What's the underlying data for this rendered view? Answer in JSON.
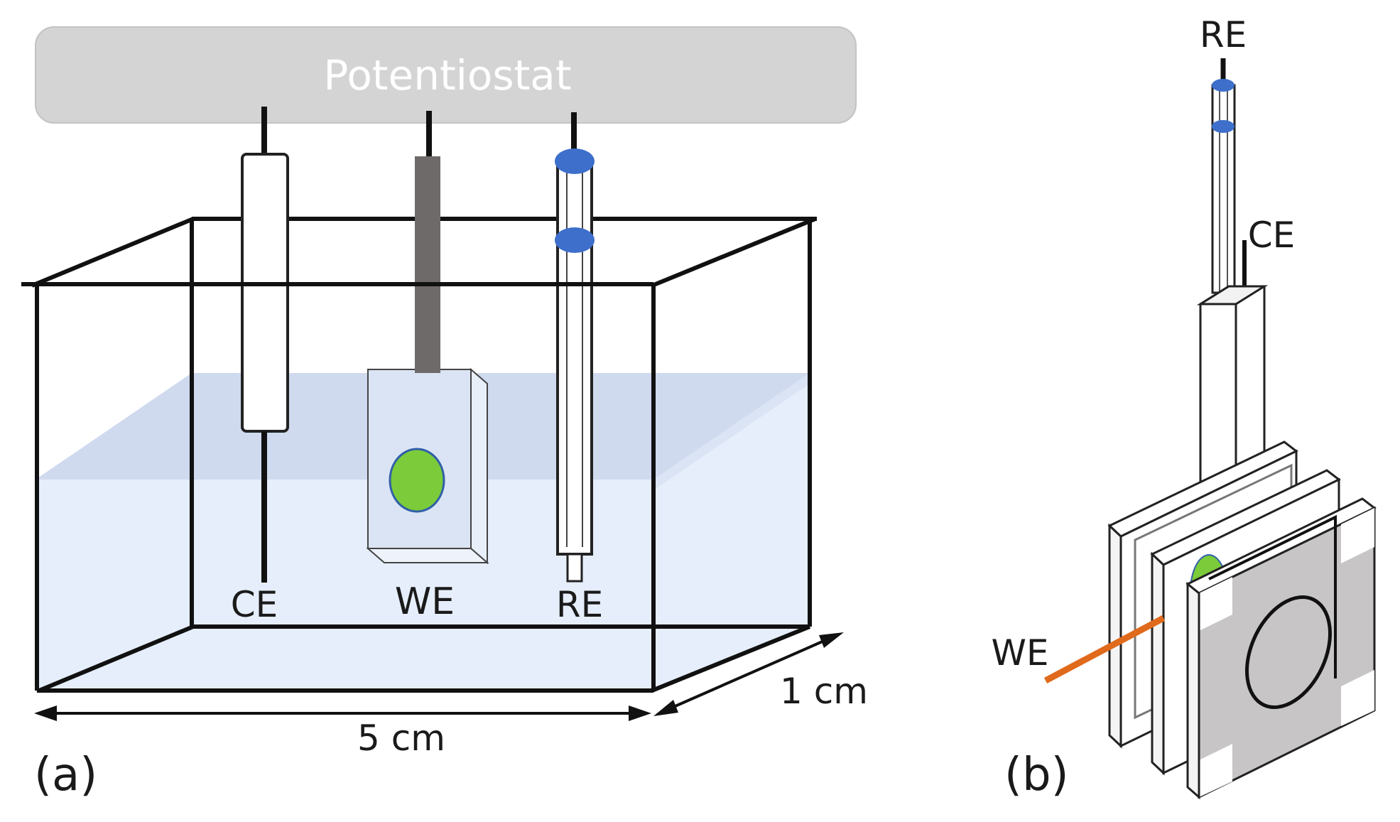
{
  "panel_a": {
    "potentiostat_label": "Potentiostat",
    "electrodes": {
      "ce": "CE",
      "we": "WE",
      "re": "RE"
    },
    "dimensions": {
      "width": "5 cm",
      "depth": "1 cm"
    },
    "panel_label": "(a)"
  },
  "panel_b": {
    "electrodes": {
      "re": "RE",
      "ce": "CE",
      "we": "WE"
    },
    "panel_label": "(b)"
  },
  "colors": {
    "potentiostat_box": "#d4d4d4",
    "electrolyte": "#e6eefb",
    "electrolyte_surface": "#cfdaef",
    "working_area": "#7ccb3a",
    "re_band": "#3d6fcb",
    "we_rod": "#6e6a6a",
    "we_lead": "#e06a1b",
    "gasket": "#c7c5c5",
    "outline": "#111111"
  }
}
